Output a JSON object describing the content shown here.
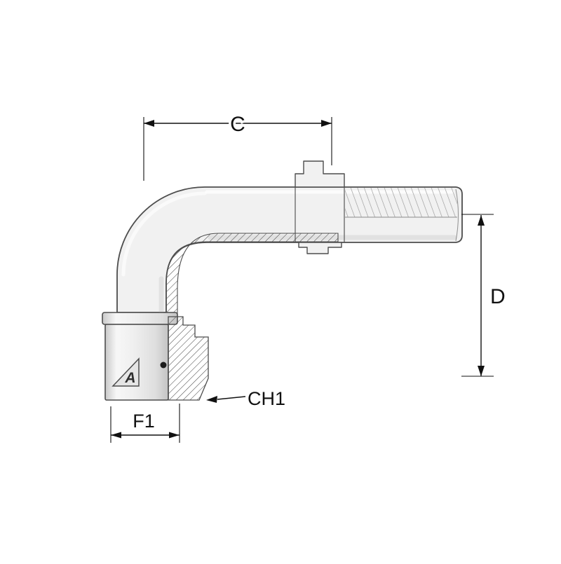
{
  "diagram": {
    "labels": {
      "c": "C",
      "d": "D",
      "f1": "F1",
      "ch1": "CH1"
    },
    "logo_letter": "A",
    "colors": {
      "outline": "#4d4d4d",
      "dimension": "#111111",
      "fill_light": "#f1f1f1",
      "fill_shade": "#d4d4d4",
      "background": "#ffffff"
    }
  }
}
